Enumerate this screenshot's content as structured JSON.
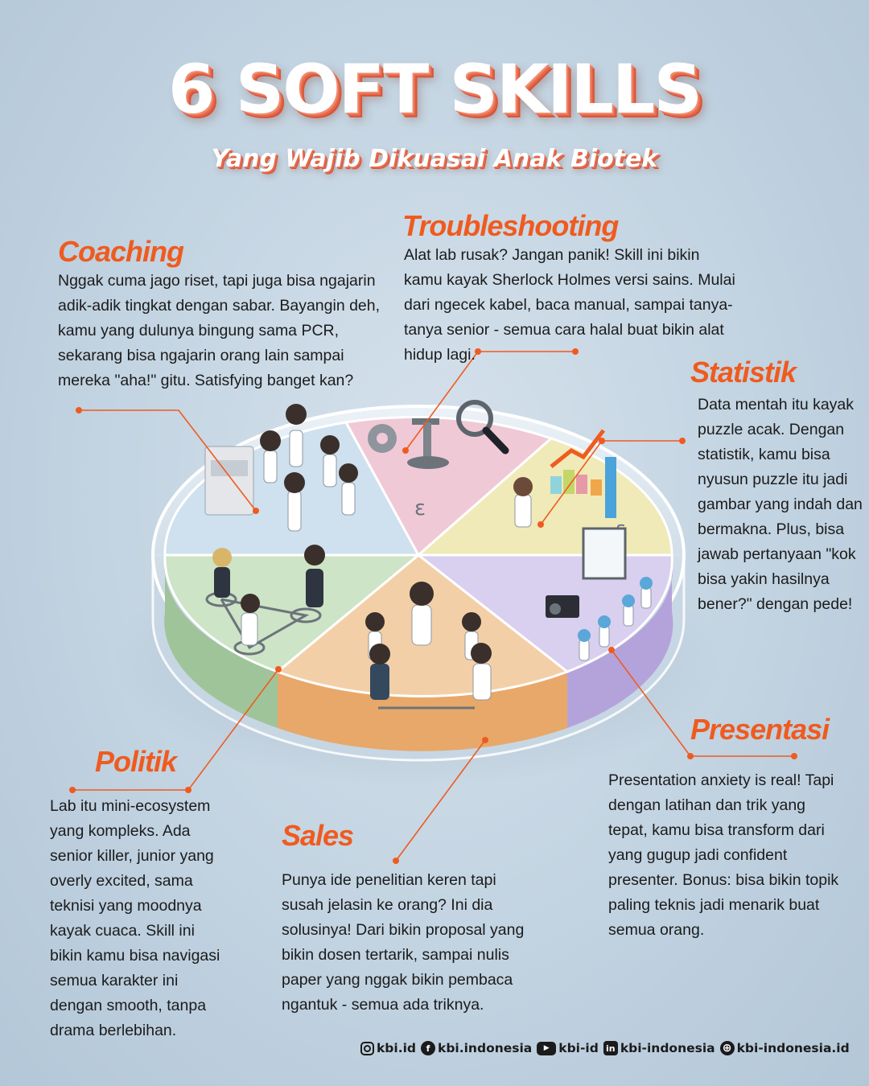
{
  "header": {
    "title": "6 SOFT SKILLS",
    "subtitle": "Yang Wajib Dikuasai Anak Biotek"
  },
  "colors": {
    "accent": "#ef5b1f",
    "title_shadow": "#e66a4a",
    "segment_coaching": "#cfe0ee",
    "segment_troubleshooting": "#f0c9d6",
    "segment_statistik": "#efeab8",
    "segment_presentasi": "#d9cfee",
    "segment_sales": "#f3cfa8",
    "segment_politik": "#cde4c6"
  },
  "skills": {
    "coaching": {
      "title": "Coaching",
      "lines": [
        "Nggak cuma jago riset, tapi juga bisa ngajarin",
        "adik-adik tingkat dengan sabar. Bayangin deh,",
        "kamu yang dulunya bingung sama PCR,",
        "sekarang bisa ngajarin orang lain sampai",
        "mereka \"aha!\" gitu. Satisfying banget kan?"
      ]
    },
    "troubleshooting": {
      "title": "Troubleshooting",
      "lines": [
        "Alat lab rusak? Jangan panik! Skill ini bikin",
        "kamu kayak Sherlock Holmes versi sains. Mulai",
        "dari ngecek kabel, baca manual, sampai tanya-",
        "tanya senior - semua cara halal buat bikin alat",
        "hidup lagi."
      ]
    },
    "statistik": {
      "title": "Statistik",
      "lines": [
        "Data mentah itu kayak",
        "puzzle acak. Dengan",
        "statistik, kamu bisa",
        "nyusun puzzle itu jadi",
        "gambar yang indah dan",
        "bermakna. Plus, bisa",
        "jawab pertanyaan \"kok",
        "bisa yakin hasilnya",
        "bener?\" dengan pede!"
      ]
    },
    "presentasi": {
      "title": "Presentasi",
      "lines": [
        "Presentation anxiety is real! Tapi",
        "dengan latihan dan trik yang",
        "tepat, kamu bisa transform dari",
        "yang gugup jadi confident",
        "presenter. Bonus: bisa bikin topik",
        "paling teknis jadi menarik buat",
        "semua orang."
      ]
    },
    "sales": {
      "title": "Sales",
      "lines": [
        "Punya ide penelitian keren tapi",
        "susah jelasin ke orang? Ini dia",
        "solusinya! Dari bikin proposal yang",
        "bikin dosen tertarik, sampai nulis",
        "paper yang nggak bikin pembaca",
        "ngantuk - semua ada triknya."
      ]
    },
    "politik": {
      "title": "Politik",
      "lines": [
        "Lab itu mini-ecosystem",
        "yang kompleks. Ada",
        "senior killer, junior yang",
        "overly excited, sama",
        "teknisi yang moodnya",
        "kayak cuaca. Skill ini",
        "bikin kamu bisa navigasi",
        "semua karakter ini",
        "dengan smooth, tanpa",
        "drama berlebihan."
      ]
    }
  },
  "footer": {
    "instagram": "kbi.id",
    "facebook": "kbi.indonesia",
    "youtube": "kbi-id",
    "linkedin": "kbi-indonesia",
    "website": "kbi-indonesia.id",
    "icons": [
      "instagram-icon",
      "facebook-icon",
      "youtube-icon",
      "linkedin-icon",
      "globe-icon"
    ]
  }
}
